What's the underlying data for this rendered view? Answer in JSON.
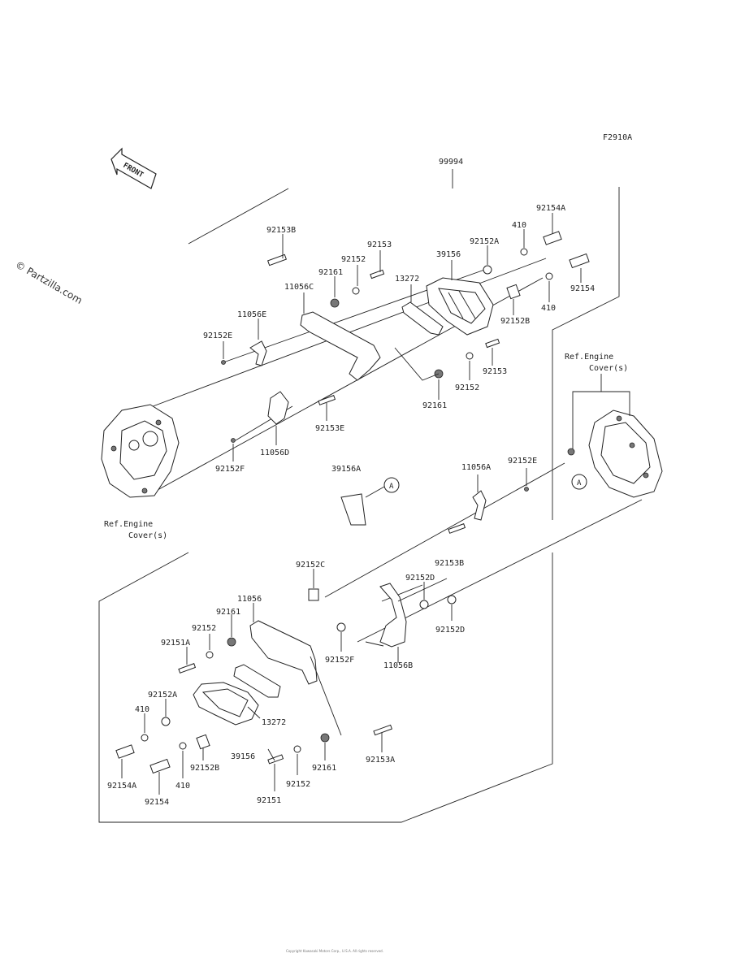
{
  "figure_code": "F2910A",
  "assembly_number": "99994",
  "front_label": "FRONT",
  "watermark": "© Partzilla.com",
  "callout": "A",
  "ref_note_left": [
    "Ref.Engine",
    "Cover(s)"
  ],
  "ref_note_right": [
    "Ref.Engine",
    "Cover(s)"
  ],
  "labels": [
    {
      "id": "l-92153b-top",
      "text": "92153B"
    },
    {
      "id": "l-92153-top",
      "text": "92153"
    },
    {
      "id": "l-92152-top",
      "text": "92152"
    },
    {
      "id": "l-92161-top",
      "text": "92161"
    },
    {
      "id": "l-11056c",
      "text": "11056C"
    },
    {
      "id": "l-11056e",
      "text": "11056E"
    },
    {
      "id": "l-92152e-left",
      "text": "92152E"
    },
    {
      "id": "l-13272-top",
      "text": "13272"
    },
    {
      "id": "l-39156-top",
      "text": "39156"
    },
    {
      "id": "l-92152a-top",
      "text": "92152A"
    },
    {
      "id": "l-410-top",
      "text": "410"
    },
    {
      "id": "l-92154a-top",
      "text": "92154A"
    },
    {
      "id": "l-92154-top",
      "text": "92154"
    },
    {
      "id": "l-410-mid",
      "text": "410"
    },
    {
      "id": "l-92152b-top",
      "text": "92152B"
    },
    {
      "id": "l-92153-mid",
      "text": "92153"
    },
    {
      "id": "l-92152-mid",
      "text": "92152"
    },
    {
      "id": "l-92161-mid",
      "text": "92161"
    },
    {
      "id": "l-92153e",
      "text": "92153E"
    },
    {
      "id": "l-11056d-top",
      "text": "11056D"
    },
    {
      "id": "l-92152f-left",
      "text": "92152F"
    },
    {
      "id": "l-39156a",
      "text": "39156A"
    },
    {
      "id": "l-11056a",
      "text": "11056A"
    },
    {
      "id": "l-92152e-right",
      "text": "92152E"
    },
    {
      "id": "l-92152c",
      "text": "92152C"
    },
    {
      "id": "l-92153b-bot",
      "text": "92153B"
    },
    {
      "id": "l-92152d-a",
      "text": "92152D"
    },
    {
      "id": "l-92152d-b",
      "text": "92152D"
    },
    {
      "id": "l-11056",
      "text": "11056"
    },
    {
      "id": "l-92161-bot",
      "text": "92161"
    },
    {
      "id": "l-92152-bot",
      "text": "92152"
    },
    {
      "id": "l-92151a",
      "text": "92151A"
    },
    {
      "id": "l-92152f-bot",
      "text": "92152F"
    },
    {
      "id": "l-11056b",
      "text": "11056B"
    },
    {
      "id": "l-92152a-bot",
      "text": "92152A"
    },
    {
      "id": "l-410-bot-a",
      "text": "410"
    },
    {
      "id": "l-13272-bot",
      "text": "13272"
    },
    {
      "id": "l-92153a",
      "text": "92153A"
    },
    {
      "id": "l-92154a-bot",
      "text": "92154A"
    },
    {
      "id": "l-92152b-bot",
      "text": "92152B"
    },
    {
      "id": "l-39156-bot",
      "text": "39156"
    },
    {
      "id": "l-92161-bot2",
      "text": "92161"
    },
    {
      "id": "l-410-bot-b",
      "text": "410"
    },
    {
      "id": "l-92152-bot2",
      "text": "92152"
    },
    {
      "id": "l-92154-bot",
      "text": "92154"
    },
    {
      "id": "l-92151",
      "text": "92151"
    }
  ],
  "copyright": "Copyright Kawasaki Motors Corp., U.S.A. All rights reserved."
}
